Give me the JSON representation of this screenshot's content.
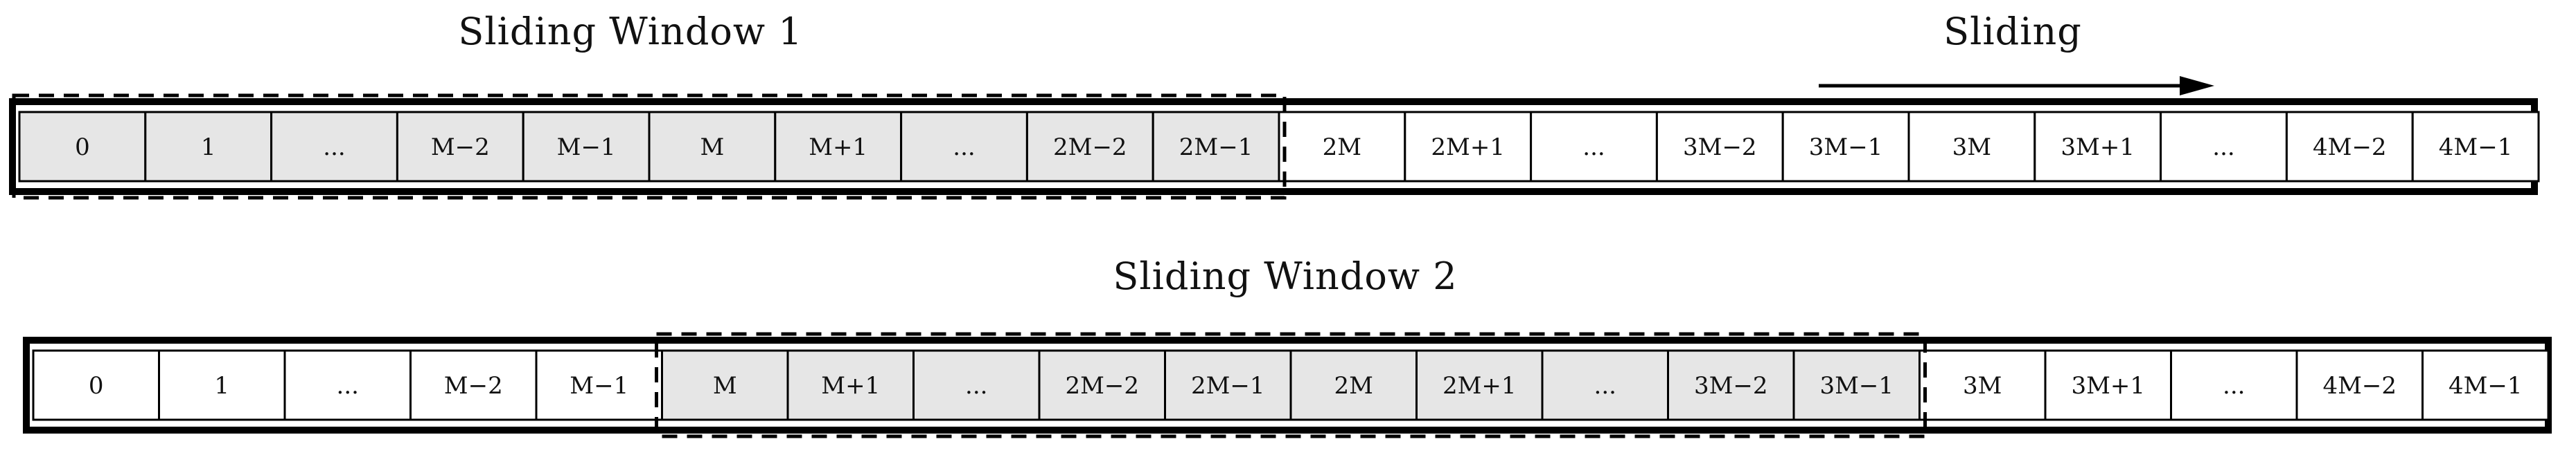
{
  "labels": {
    "window1": "Sliding Window 1",
    "window2": "Sliding Window 2",
    "sliding": "Sliding"
  },
  "rows": [
    {
      "cells": [
        "0",
        "1",
        "...",
        "M−2",
        "M−1",
        "M",
        "M+1",
        "...",
        "2M−2",
        "2M−1",
        "2M",
        "2M+1",
        "...",
        "3M−2",
        "3M−1",
        "3M",
        "3M+1",
        "...",
        "4M−2",
        "4M−1"
      ],
      "window_start": 0,
      "window_end": 9
    },
    {
      "cells": [
        "0",
        "1",
        "...",
        "M−2",
        "M−1",
        "M",
        "M+1",
        "...",
        "2M−2",
        "2M−1",
        "2M",
        "2M+1",
        "...",
        "3M−2",
        "3M−1",
        "3M",
        "3M+1",
        "...",
        "4M−2",
        "4M−1"
      ],
      "window_start": 5,
      "window_end": 14
    }
  ],
  "colors": {
    "window_fill": "#e6e6e6",
    "cell_fill": "#ffffff",
    "stroke": "#000000"
  }
}
